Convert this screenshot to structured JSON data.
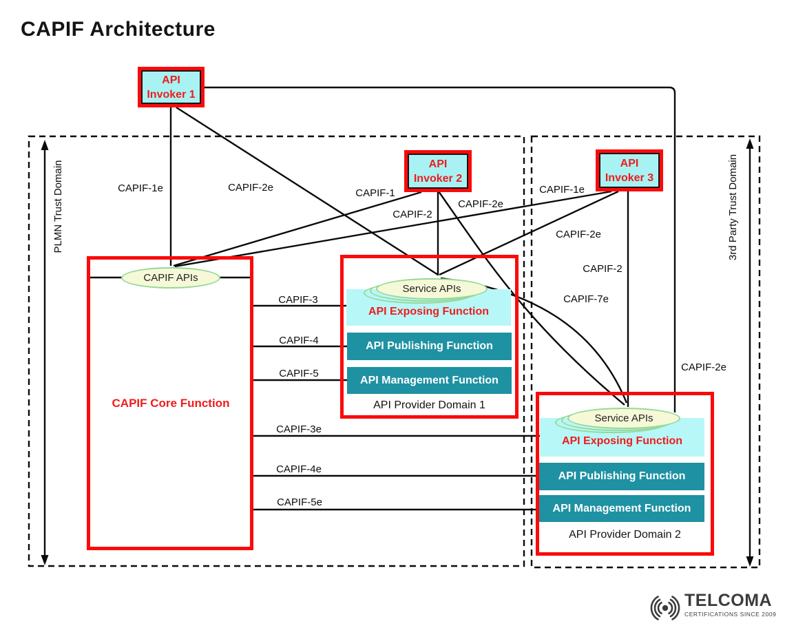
{
  "title": "CAPIF Architecture",
  "diagram": {
    "invoker1": {
      "line1": "API",
      "line2": "Invoker 1"
    },
    "invoker2": {
      "line1": "API",
      "line2": "Invoker 2"
    },
    "invoker3": {
      "line1": "API",
      "line2": "Invoker 3"
    },
    "plmn_domain_label": "PLMN Trust Domain",
    "third_party_domain_label": "3rd Party Trust Domain",
    "core": {
      "apis_label": "CAPIF APIs",
      "name": "CAPIF Core Function"
    },
    "provider1": {
      "apis_label": "Service APIs",
      "aef": "API Exposing Function",
      "apf": "API Publishing Function",
      "amf": "API Management Function",
      "name": "API Provider Domain 1"
    },
    "provider2": {
      "apis_label": "Service APIs",
      "aef": "API Exposing Function",
      "apf": "API Publishing Function",
      "amf": "API Management Function",
      "name": "API Provider Domain 2"
    },
    "connectors": [
      {
        "label": "CAPIF-1e",
        "from": "API Invoker 1",
        "to": "CAPIF APIs"
      },
      {
        "label": "CAPIF-2e",
        "from": "API Invoker 1",
        "to": "Service APIs Domain 1"
      },
      {
        "label": "CAPIF-1",
        "from": "API Invoker 2",
        "to": "CAPIF APIs"
      },
      {
        "label": "CAPIF-2",
        "from": "API Invoker 2",
        "to": "Service APIs Domain 1"
      },
      {
        "label": "CAPIF-2e",
        "from": "API Invoker 2",
        "to": "Service APIs Domain 2"
      },
      {
        "label": "CAPIF-1e",
        "from": "API Invoker 3",
        "to": "CAPIF APIs"
      },
      {
        "label": "CAPIF-2e",
        "from": "API Invoker 3",
        "to": "Service APIs Domain 1"
      },
      {
        "label": "CAPIF-2",
        "from": "API Invoker 3",
        "to": "Service APIs Domain 2"
      },
      {
        "label": "CAPIF-7e",
        "from": "Service APIs Domain 1",
        "to": "Service APIs Domain 2"
      },
      {
        "label": "CAPIF-2e",
        "from": "API Invoker 1",
        "to": "Service APIs Domain 2"
      },
      {
        "label": "CAPIF-3",
        "from": "CAPIF Core Function",
        "to": "API Provider Domain 1"
      },
      {
        "label": "CAPIF-4",
        "from": "CAPIF Core Function",
        "to": "API Provider Domain 1"
      },
      {
        "label": "CAPIF-5",
        "from": "CAPIF Core Function",
        "to": "API Provider Domain 1"
      },
      {
        "label": "CAPIF-3e",
        "from": "CAPIF Core Function",
        "to": "API Provider Domain 2"
      },
      {
        "label": "CAPIF-4e",
        "from": "CAPIF Core Function",
        "to": "API Provider Domain 2"
      },
      {
        "label": "CAPIF-5e",
        "from": "CAPIF Core Function",
        "to": "API Provider Domain 2"
      }
    ]
  },
  "logo": {
    "name": "TELCOMA",
    "tagline": "CERTIFICATIONS SINCE 2009"
  },
  "colors": {
    "red_border": "#fb0a0a",
    "red_text": "#ee1c1c",
    "invoker_fill": "#a9f2f3",
    "aef_fill": "#b7f7f8",
    "teal": "#1e91a2",
    "ellipse_fill": "#f6f9d8",
    "ellipse_stroke": "#96d896",
    "line": "#0a0a0a"
  }
}
